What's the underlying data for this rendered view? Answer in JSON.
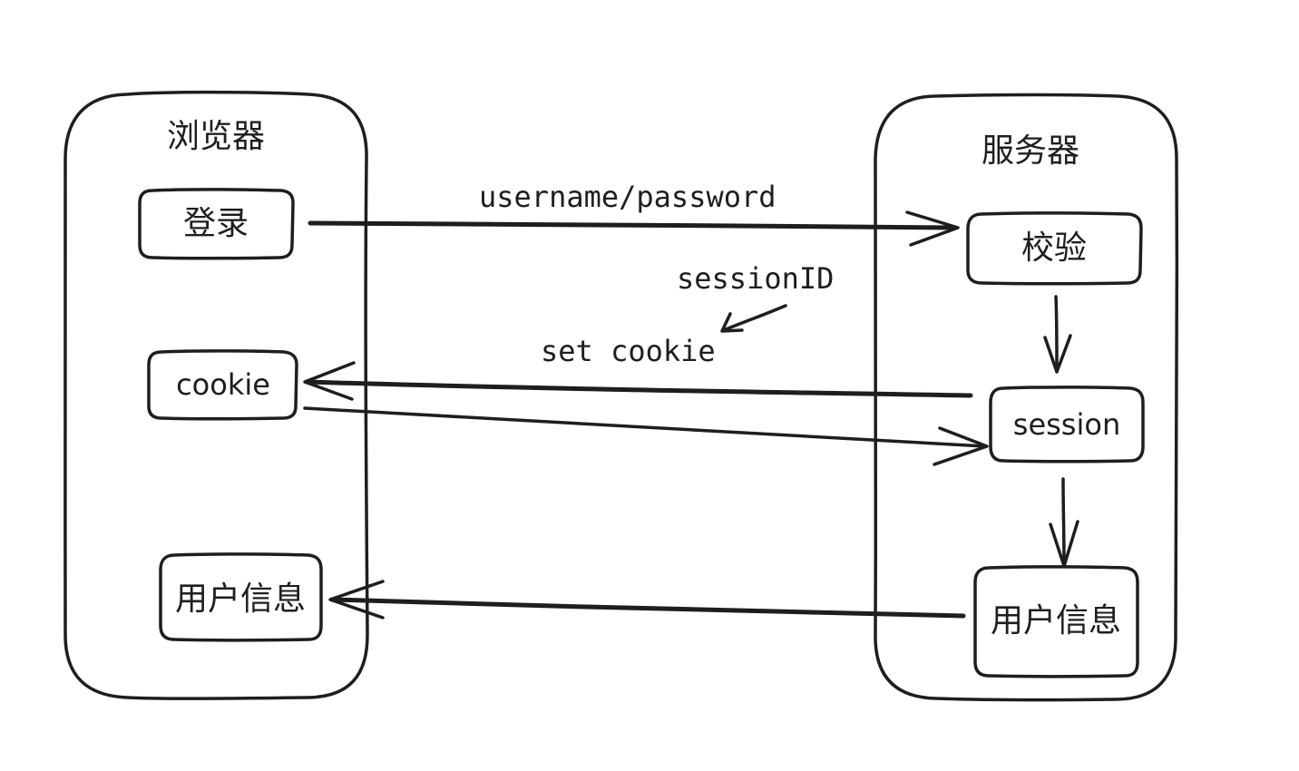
{
  "browser": {
    "title": "浏览器",
    "login": "登录",
    "cookie": "cookie",
    "user_info": "用户信息"
  },
  "server": {
    "title": "服务器",
    "verify": "校验",
    "session": "session",
    "user_info": "用户信息"
  },
  "annotations": {
    "credentials": "username/password",
    "session_id": "sessionID",
    "set_cookie": "set cookie"
  }
}
